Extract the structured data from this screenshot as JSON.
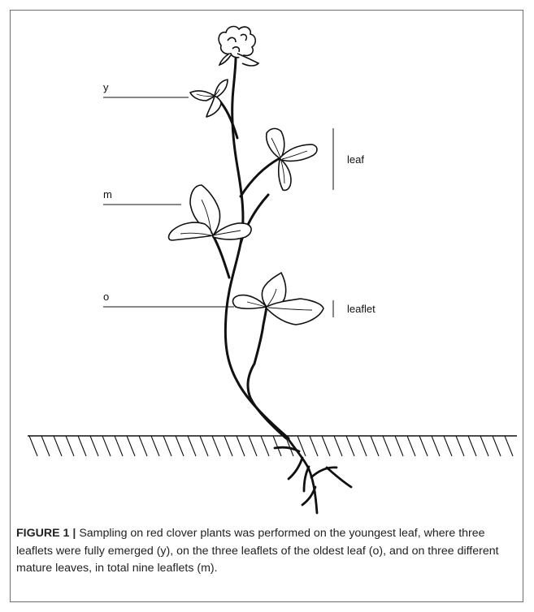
{
  "labels": {
    "young": "y",
    "mature": "m",
    "oldest": "o",
    "leaf": "leaf",
    "leaflet": "leaflet"
  },
  "caption": {
    "figure_label": "FIGURE 1",
    "separator": "|",
    "text": " Sampling on red clover plants was performed on the youngest leaf, where three leaflets were fully emerged (y), on the three leaflets of the oldest leaf (o), and on three different mature leaves, in total nine leaflets (m)."
  }
}
